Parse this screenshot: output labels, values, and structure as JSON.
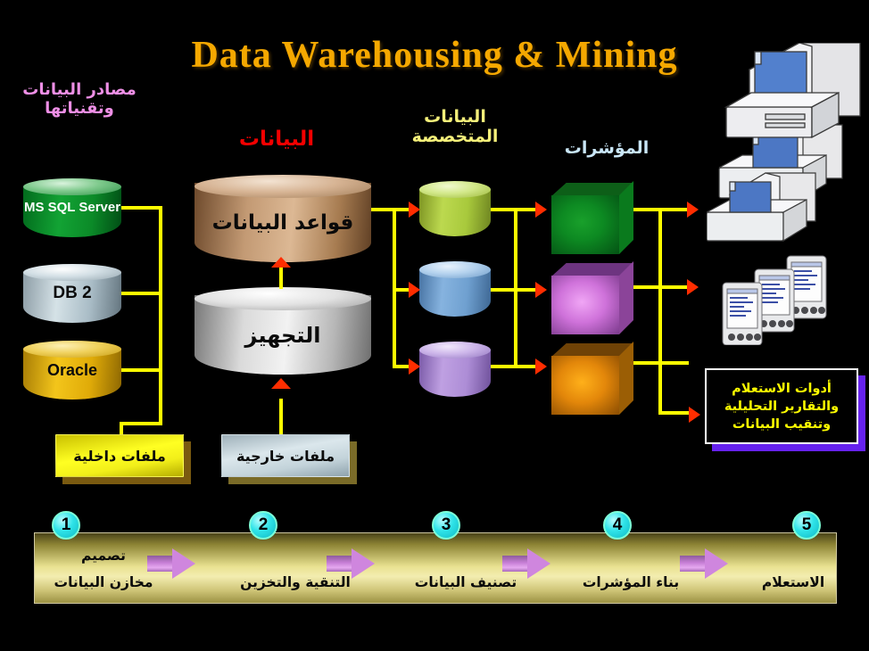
{
  "title": "Data Warehousing & Mining",
  "captions": {
    "sources": "مصادر البيانات وتقنياتها",
    "data": "البيانات",
    "specialized": "البيانات المتخصصة",
    "indicators": "المؤشرات"
  },
  "sources": [
    {
      "label": "MS SQL Server",
      "color": "#12a334"
    },
    {
      "label": "DB 2",
      "color": "#d5e2e7"
    },
    {
      "label": "Oracle",
      "color": "#f3c51b"
    }
  ],
  "warehouse": {
    "databases": "قواعد البيانات",
    "preparation": "التجهيز"
  },
  "files": {
    "internal": "ملفات داخلية",
    "external": "ملفات خارجية"
  },
  "query_tools": {
    "line1": "أدوات الاستعلام",
    "line2": "والتقارير التحليلية",
    "line3": "وتنقيب البيانات",
    "text_color": "#ffff00",
    "frame_color": "#6622ee"
  },
  "specialized_stores": [
    {
      "name": "specialized-store-1",
      "color": "#bcd94f"
    },
    {
      "name": "specialized-store-2",
      "color": "#86b3df"
    },
    {
      "name": "specialized-store-3",
      "color": "#bfa0e2"
    }
  ],
  "indicator_cubes": [
    {
      "name": "indicator-cube-green",
      "color": "#0d8a22"
    },
    {
      "name": "indicator-cube-magenta",
      "color": "#cf72da"
    },
    {
      "name": "indicator-cube-orange",
      "color": "#e3870a"
    }
  ],
  "timeline": {
    "steps": [
      {
        "number": "1",
        "line1": "تصميم",
        "line2": "مخازن البيانات"
      },
      {
        "number": "2",
        "line1": "",
        "line2": "التنقية والتخزين"
      },
      {
        "number": "3",
        "line1": "",
        "line2": "تصنيف البيانات"
      },
      {
        "number": "4",
        "line1": "",
        "line2": "بناء المؤشرات"
      },
      {
        "number": "5",
        "line1": "",
        "line2": "الاستعلام"
      }
    ]
  },
  "colors": {
    "background": "#000000",
    "wire": "#ffff00",
    "arrow": "#ff2d00",
    "title": "#f5a800",
    "data_caption": "#f20000",
    "sources_caption": "#ee8fe6"
  }
}
